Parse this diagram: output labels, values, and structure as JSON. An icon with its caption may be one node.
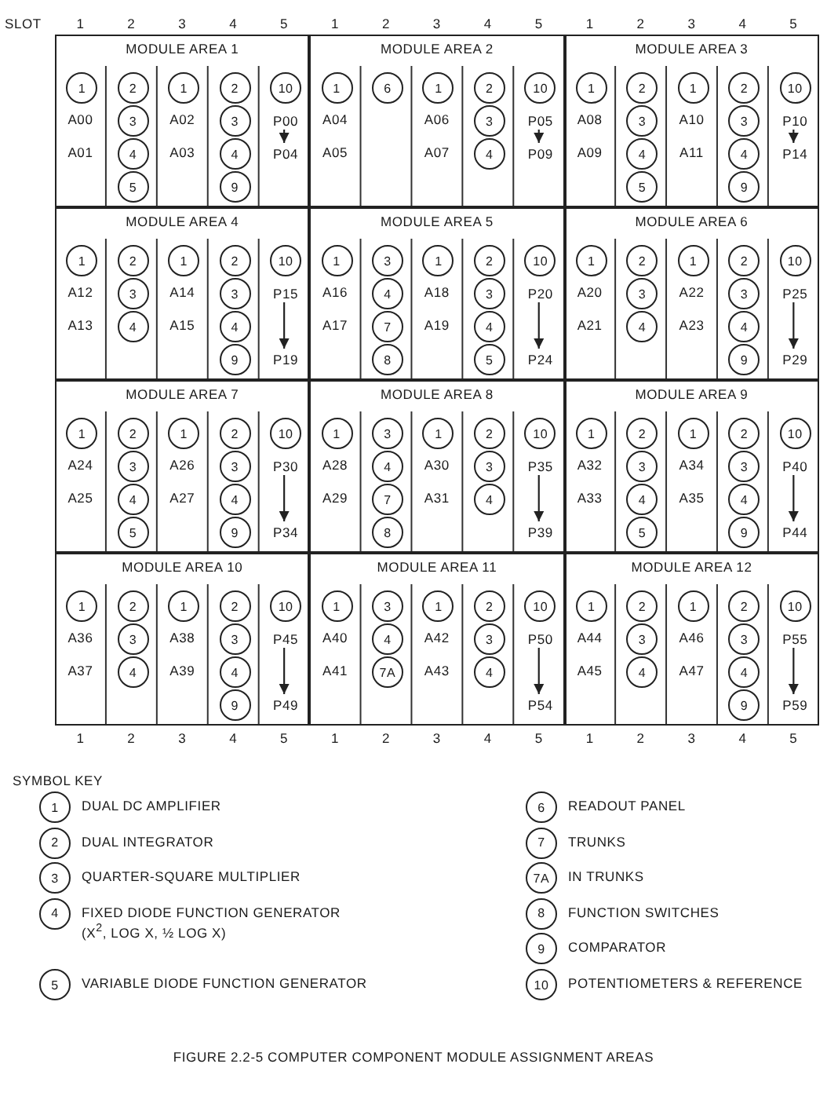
{
  "diagram": {
    "caption": "FIGURE 2.2-5 COMPUTER COMPONENT MODULE ASSIGNMENT AREAS",
    "nodes": [
      {
        "text": [
          "MODULE AREA 1"
        ]
      },
      {
        "text": [
          "1"
        ],
        "in": 0
      },
      {
        "text": [
          "2"
        ],
        "in": 0
      },
      {
        "text": [
          "3"
        ],
        "in": 0
      },
      {
        "text": [
          "4"
        ],
        "in": 0
      },
      {
        "text": [
          "5"
        ],
        "in": 0
      },
      {
        "text": [
          "1"
        ],
        "in": 0
      },
      {
        "text": [
          "2"
        ],
        "in": 0
      },
      {
        "text": [
          "3"
        ],
        "in": 0
      },
      {
        "text": [
          "4"
        ],
        "in": 0
      },
      {
        "text": [
          "9"
        ],
        "in": 0
      },
      {
        "text": [
          "10"
        ],
        "in": 0
      },
      {
        "text": [
          "P00"
        ],
        "in": 0
      },
      {
        "text": [
          "P04"
        ],
        "in": 0
      },
      {
        "text": [
          "MODULE AREA 2"
        ]
      },
      {
        "text": [
          "1"
        ],
        "in": 14
      },
      {
        "text": [
          "6"
        ],
        "in": 14
      },
      {
        "text": [
          "1"
        ],
        "in": 14
      },
      {
        "text": [
          "2"
        ],
        "in": 14
      },
      {
        "text": [
          "3"
        ],
        "in": 14
      },
      {
        "text": [
          "4"
        ],
        "in": 14
      },
      {
        "text": [
          "10"
        ],
        "in": 14
      },
      {
        "text": [
          "P05"
        ],
        "in": 14
      },
      {
        "text": [
          "P09"
        ],
        "in": 14
      },
      {
        "text": [
          "MODULE AREA 3"
        ]
      },
      {
        "text": [
          "1"
        ],
        "in": 24
      },
      {
        "text": [
          "2"
        ],
        "in": 24
      },
      {
        "text": [
          "3"
        ],
        "in": 24
      },
      {
        "text": [
          "4"
        ],
        "in": 24
      },
      {
        "text": [
          "5"
        ],
        "in": 24
      },
      {
        "text": [
          "1"
        ],
        "in": 24
      },
      {
        "text": [
          "2"
        ],
        "in": 24
      },
      {
        "text": [
          "3"
        ],
        "in": 24
      },
      {
        "text": [
          "4"
        ],
        "in": 24
      },
      {
        "text": [
          "9"
        ],
        "in": 24
      },
      {
        "text": [
          "10"
        ],
        "in": 24
      },
      {
        "text": [
          "P10"
        ],
        "in": 24
      },
      {
        "text": [
          "P14"
        ],
        "in": 24
      },
      {
        "text": [
          "MODULE AREA 4"
        ]
      },
      {
        "text": [
          "1"
        ],
        "in": 38
      },
      {
        "text": [
          "2"
        ],
        "in": 38
      },
      {
        "text": [
          "3"
        ],
        "in": 38
      },
      {
        "text": [
          "4"
        ],
        "in": 38
      },
      {
        "text": [
          "1"
        ],
        "in": 38
      },
      {
        "text": [
          "2"
        ],
        "in": 38
      },
      {
        "text": [
          "3"
        ],
        "in": 38
      },
      {
        "text": [
          "4"
        ],
        "in": 38
      },
      {
        "text": [
          "9"
        ],
        "in": 38
      },
      {
        "text": [
          "10"
        ],
        "in": 38
      },
      {
        "text": [
          "P15"
        ],
        "in": 38
      },
      {
        "text": [
          "P19"
        ],
        "in": 38
      },
      {
        "text": [
          "MODULE AREA 5"
        ]
      },
      {
        "text": [
          "1"
        ],
        "in": 51
      },
      {
        "text": [
          "3"
        ],
        "in": 51
      },
      {
        "text": [
          "4"
        ],
        "in": 51
      },
      {
        "text": [
          "7"
        ],
        "in": 51
      },
      {
        "text": [
          "8"
        ],
        "in": 51
      },
      {
        "text": [
          "1"
        ],
        "in": 51
      },
      {
        "text": [
          "2"
        ],
        "in": 51
      },
      {
        "text": [
          "3"
        ],
        "in": 51
      },
      {
        "text": [
          "4"
        ],
        "in": 51
      },
      {
        "text": [
          "5"
        ],
        "in": 51
      },
      {
        "text": [
          "10"
        ],
        "in": 51
      },
      {
        "text": [
          "P20"
        ],
        "in": 51
      },
      {
        "text": [
          "P24"
        ],
        "in": 51
      },
      {
        "text": [
          "MODULE AREA 6"
        ]
      },
      {
        "text": [
          "1"
        ],
        "in": 65
      },
      {
        "text": [
          "2"
        ],
        "in": 65
      },
      {
        "text": [
          "3"
        ],
        "in": 65
      },
      {
        "text": [
          "4"
        ],
        "in": 65
      },
      {
        "text": [
          "1"
        ],
        "in": 65
      },
      {
        "text": [
          "2"
        ],
        "in": 65
      },
      {
        "text": [
          "3"
        ],
        "in": 65
      },
      {
        "text": [
          "4"
        ],
        "in": 65
      },
      {
        "text": [
          "9"
        ],
        "in": 65
      },
      {
        "text": [
          "10"
        ],
        "in": 65
      },
      {
        "text": [
          "P25"
        ],
        "in": 65
      },
      {
        "text": [
          "P29"
        ],
        "in": 65
      },
      {
        "text": [
          "MODULE AREA 7"
        ]
      },
      {
        "text": [
          "1"
        ],
        "in": 78
      },
      {
        "text": [
          "2"
        ],
        "in": 78
      },
      {
        "text": [
          "3"
        ],
        "in": 78
      },
      {
        "text": [
          "4"
        ],
        "in": 78
      },
      {
        "text": [
          "5"
        ],
        "in": 78
      },
      {
        "text": [
          "1"
        ],
        "in": 78
      },
      {
        "text": [
          "2"
        ],
        "in": 78
      },
      {
        "text": [
          "3"
        ],
        "in": 78
      },
      {
        "text": [
          "4"
        ],
        "in": 78
      },
      {
        "text": [
          "9"
        ],
        "in": 78
      },
      {
        "text": [
          "10"
        ],
        "in": 78
      },
      {
        "text": [
          "P30"
        ],
        "in": 78
      },
      {
        "text": [
          "P34"
        ],
        "in": 78
      },
      {
        "text": [
          "MODULE AREA 8"
        ]
      },
      {
        "text": [
          "1"
        ],
        "in": 92
      },
      {
        "text": [
          "3"
        ],
        "in": 92
      },
      {
        "text": [
          "4"
        ],
        "in": 92
      },
      {
        "text": [
          "7"
        ],
        "in": 92
      },
      {
        "text": [
          "8"
        ],
        "in": 92
      },
      {
        "text": [
          "1"
        ],
        "in": 92
      },
      {
        "text": [
          "2"
        ],
        "in": 92
      },
      {
        "text": [
          "3"
        ],
        "in": 92
      },
      {
        "text": [
          "4"
        ],
        "in": 92
      },
      {
        "text": [
          "10"
        ],
        "in": 92
      },
      {
        "text": [
          "P35"
        ],
        "in": 92
      },
      {
        "text": [
          "P39"
        ],
        "in": 92
      },
      {
        "text": [
          "MODULE AREA 9"
        ]
      },
      {
        "text": [
          "1"
        ],
        "in": 105
      },
      {
        "text": [
          "2"
        ],
        "in": 105
      },
      {
        "text": [
          "3"
        ],
        "in": 105
      },
      {
        "text": [
          "4"
        ],
        "in": 105
      },
      {
        "text": [
          "5"
        ],
        "in": 105
      },
      {
        "text": [
          "1"
        ],
        "in": 105
      },
      {
        "text": [
          "2"
        ],
        "in": 105
      },
      {
        "text": [
          "3"
        ],
        "in": 105
      },
      {
        "text": [
          "4"
        ],
        "in": 105
      },
      {
        "text": [
          "9"
        ],
        "in": 105
      },
      {
        "text": [
          "10"
        ],
        "in": 105
      },
      {
        "text": [
          "P40"
        ],
        "in": 105
      },
      {
        "text": [
          "P44"
        ],
        "in": 105
      },
      {
        "text": [
          "MODULE AREA 10"
        ]
      },
      {
        "text": [
          "1"
        ],
        "in": 119
      },
      {
        "text": [
          "2"
        ],
        "in": 119
      },
      {
        "text": [
          "3"
        ],
        "in": 119
      },
      {
        "text": [
          "4"
        ],
        "in": 119
      },
      {
        "text": [
          "1"
        ],
        "in": 119
      },
      {
        "text": [
          "2"
        ],
        "in": 119
      },
      {
        "text": [
          "3"
        ],
        "in": 119
      },
      {
        "text": [
          "4"
        ],
        "in": 119
      },
      {
        "text": [
          "9"
        ],
        "in": 119
      },
      {
        "text": [
          "10"
        ],
        "in": 119
      },
      {
        "text": [
          "P45"
        ],
        "in": 119
      },
      {
        "text": [
          "P49"
        ],
        "in": 119
      },
      {
        "text": [
          "MODULE AREA 11"
        ]
      },
      {
        "text": [
          "1"
        ],
        "in": 132
      },
      {
        "text": [
          "3"
        ],
        "in": 132
      },
      {
        "text": [
          "4"
        ],
        "in": 132
      },
      {
        "text": [
          "7A"
        ],
        "in": 132
      },
      {
        "text": [
          "1"
        ],
        "in": 132
      },
      {
        "text": [
          "2"
        ],
        "in": 132
      },
      {
        "text": [
          "3"
        ],
        "in": 132
      },
      {
        "text": [
          "4"
        ],
        "in": 132
      },
      {
        "text": [
          "10"
        ],
        "in": 132
      },
      {
        "text": [
          "P50"
        ],
        "in": 132
      },
      {
        "text": [
          "P54"
        ],
        "in": 132
      },
      {
        "text": [
          "MODULE AREA 12"
        ]
      },
      {
        "text": [
          "1"
        ],
        "in": 144
      },
      {
        "text": [
          "2"
        ],
        "in": 144
      },
      {
        "text": [
          "3"
        ],
        "in": 144
      },
      {
        "text": [
          "4"
        ],
        "in": 144
      },
      {
        "text": [
          "1"
        ],
        "in": 144
      },
      {
        "text": [
          "2"
        ],
        "in": 144
      },
      {
        "text": [
          "3"
        ],
        "in": 144
      },
      {
        "text": [
          "4"
        ],
        "in": 144
      },
      {
        "text": [
          "9"
        ],
        "in": 144
      },
      {
        "text": [
          "10"
        ],
        "in": 144
      },
      {
        "text": [
          "P55"
        ],
        "in": 144
      },
      {
        "text": [
          "P59"
        ],
        "in": 144
      },
      {
        "text": [
          "1"
        ],
        "beside": [
          "DUAL DC AMPLIFIER"
        ]
      },
      {
        "text": [
          "2"
        ],
        "beside": [
          "DUAL INTEGRATOR"
        ]
      },
      {
        "text": [
          "3"
        ],
        "beside": [
          "QUARTER-SQUARE MULTIPLIER"
        ]
      },
      {
        "text": [
          "4"
        ],
        "beside": [
          "FIXED DIODE FUNCTION GENERATOR",
          "(X$^{2}$, LOG X, ½ LOG X)"
        ]
      },
      {
        "text": [
          "5"
        ],
        "beside": [
          "VARIABLE DIODE FUNCTION GENERATOR"
        ]
      },
      {
        "text": [
          "6"
        ],
        "beside": [
          "READOUT PANEL"
        ]
      },
      {
        "text": [
          "7"
        ],
        "beside": [
          "TRUNKS"
        ]
      },
      {
        "text": [
          "7A"
        ],
        "beside": [
          "IN TRUNKS"
        ]
      },
      {
        "text": [
          "8"
        ],
        "beside": [
          "FUNCTION SWITCHES"
        ]
      },
      {
        "text": [
          "9"
        ],
        "beside": [
          "COMPARATOR"
        ]
      },
      {
        "text": [
          "10"
        ],
        "beside": [
          "POTENTIOMETERS & REFERENCE"
        ]
      }
    ],
    "edges": [
      {
        "from": 12,
        "to": 13,
        "arrow": "to"
      },
      {
        "from": 22,
        "to": 23,
        "arrow": "to"
      },
      {
        "from": 36,
        "to": 37,
        "arrow": "to"
      },
      {
        "from": 49,
        "to": 50,
        "arrow": "to"
      },
      {
        "from": 63,
        "to": 64,
        "arrow": "to"
      },
      {
        "from": 76,
        "to": 77,
        "arrow": "to"
      },
      {
        "from": 90,
        "to": 91,
        "arrow": "to"
      },
      {
        "from": 103,
        "to": 104,
        "arrow": "to"
      },
      {
        "from": 117,
        "to": 118,
        "arrow": "to"
      },
      {
        "from": 130,
        "to": 131,
        "arrow": "to"
      },
      {
        "from": 142,
        "to": 143,
        "arrow": "to"
      },
      {
        "from": 155,
        "to": 156,
        "arrow": "to"
      }
    ],
    "labels": [
      "SLOT",
      "1",
      "2",
      "3",
      "4",
      "5",
      "1",
      "2",
      "3",
      "4",
      "5",
      "1",
      "2",
      "3",
      "4",
      "5",
      "A00",
      "A01",
      "A02",
      "A03",
      "A04",
      "A05",
      "A06",
      "A07",
      "A08",
      "A09",
      "A10",
      "A11",
      "A12",
      "A13",
      "A14",
      "A15",
      "A16",
      "A17",
      "A18",
      "A19",
      "A20",
      "A21",
      "A22",
      "A23",
      "A24",
      "A25",
      "A26",
      "A27",
      "A28",
      "A29",
      "A30",
      "A31",
      "A32",
      "A33",
      "A34",
      "A35",
      "A36",
      "A37",
      "A38",
      "A39",
      "A40",
      "A41",
      "A42",
      "A43",
      "A44",
      "A45",
      "A46",
      "A47",
      "1",
      "2",
      "3",
      "4",
      "5",
      "1",
      "2",
      "3",
      "4",
      "5",
      "1",
      "2",
      "3",
      "4",
      "5",
      "SYMBOL KEY"
    ]
  }
}
